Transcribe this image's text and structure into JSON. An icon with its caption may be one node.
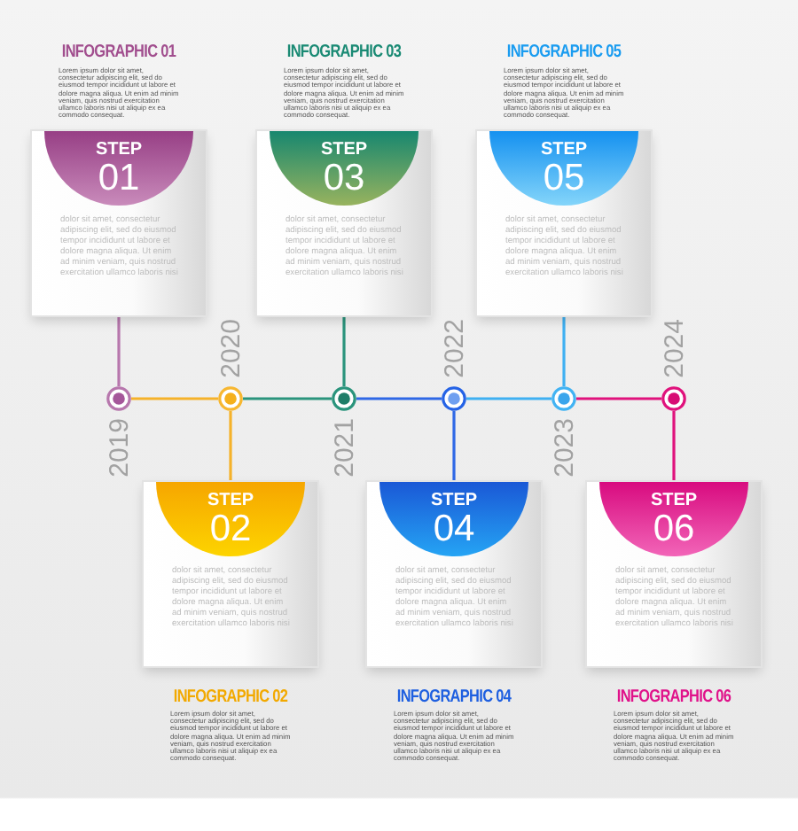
{
  "diagram": {
    "nodes": [
      {
        "text": [
          "dolor sit amet, consectetur adipiscing elit, sed do eiusmod tempor incididunt ut labore et dolore magna aliqua. Ut enim ad minim veniam, quis nostrud exercitation ullamco laboris nisi"
        ]
      },
      {
        "text": [
          "STEP",
          "01"
        ],
        "in": 0
      },
      {
        "text": [
          "dolor sit amet, consectetur adipiscing elit, sed do eiusmod tempor incididunt ut labore et dolore magna aliqua. Ut enim ad minim veniam, quis nostrud exercitation ullamco laboris nisi"
        ]
      },
      {
        "text": [
          "STEP",
          "03"
        ],
        "in": 2
      },
      {
        "text": [
          "dolor sit amet, consectetur adipiscing elit, sed do eiusmod tempor incididunt ut labore et dolore magna aliqua. Ut enim ad minim veniam, quis nostrud exercitation ullamco laboris nisi"
        ]
      },
      {
        "text": [
          "STEP",
          "05"
        ],
        "in": 4
      },
      {
        "text": [],
        "shape": "circle",
        "beside": [
          "2019"
        ]
      },
      {
        "text": [],
        "shape": "circle",
        "beside": [
          "2020"
        ]
      },
      {
        "text": [],
        "shape": "circle",
        "beside": [
          "2021"
        ]
      },
      {
        "text": [],
        "shape": "circle",
        "beside": [
          "2022"
        ]
      },
      {
        "text": [],
        "shape": "circle",
        "beside": [
          "2023"
        ]
      },
      {
        "text": [],
        "shape": "circle",
        "beside": [
          "2024"
        ]
      },
      {
        "text": [
          "dolor sit amet, consectetur adipiscing elit, sed do eiusmod tempor incididunt ut labore et dolore magna aliqua. Ut enim ad minim veniam, quis nostrud exercitation ullamco laboris nisi"
        ]
      },
      {
        "text": [
          "STEP",
          "02"
        ],
        "in": 12
      },
      {
        "text": [
          "dolor sit amet, consectetur adipiscing elit, sed do eiusmod tempor incididunt ut labore et dolore magna aliqua. Ut enim ad minim veniam, quis nostrud exercitation ullamco laboris nisi"
        ]
      },
      {
        "text": [
          "STEP",
          "04"
        ],
        "in": 14
      },
      {
        "text": [
          "dolor sit amet, consectetur adipiscing elit, sed do eiusmod tempor incididunt ut labore et dolore magna aliqua. Ut enim ad minim veniam, quis nostrud exercitation ullamco laboris nisi"
        ]
      },
      {
        "text": [
          "STEP",
          "06"
        ],
        "in": 16
      }
    ],
    "edges": [
      {
        "from": 0,
        "to": 6,
        "arrow": "none",
        "color": "#b777ad"
      },
      {
        "from": 6,
        "to": 7,
        "arrow": "none",
        "color": "#f5b22a"
      },
      {
        "from": 7,
        "to": 13,
        "arrow": "none",
        "color": "#f5b22a"
      },
      {
        "from": 2,
        "to": 8,
        "arrow": "none",
        "color": "#2a947c"
      },
      {
        "from": 7,
        "to": 8,
        "arrow": "none",
        "color": "#2a947c"
      },
      {
        "from": 8,
        "to": 9,
        "arrow": "none",
        "color": "#2f68e6"
      },
      {
        "from": 9,
        "to": 15,
        "arrow": "none",
        "color": "#2f68e6"
      },
      {
        "from": 4,
        "to": 10,
        "arrow": "none",
        "color": "#3fb0f2"
      },
      {
        "from": 9,
        "to": 10,
        "arrow": "none",
        "color": "#3fb0f2"
      },
      {
        "from": 10,
        "to": 11,
        "arrow": "none",
        "color": "#e0127c"
      },
      {
        "from": 11,
        "to": 17,
        "arrow": "none",
        "color": "#e0127c"
      }
    ],
    "labels": [
      "INFOGRAPHIC 01",
      "Lorem ipsum dolor sit amet, consectetur adipiscing elit, sed do eiusmod tempor incididunt ut labore et dolore magna aliqua. Ut enim ad minim veniam, quis nostrud exercitation ullamco laboris nisi ut aliquip ex ea commodo consequat.",
      "INFOGRAPHIC 03",
      "Lorem ipsum dolor sit amet, consectetur adipiscing elit, sed do eiusmod tempor incididunt ut labore et dolore magna aliqua. Ut enim ad minim veniam, quis nostrud exercitation ullamco laboris nisi ut aliquip ex ea commodo consequat.",
      "INFOGRAPHIC 05",
      "Lorem ipsum dolor sit amet, consectetur adipiscing elit, sed do eiusmod tempor incididunt ut labore et dolore magna aliqua. Ut enim ad minim veniam, quis nostrud exercitation ullamco laboris nisi ut aliquip ex ea commodo consequat.",
      "INFOGRAPHIC 02",
      "Lorem ipsum dolor sit amet, consectetur adipiscing elit, sed do eiusmod tempor incididunt ut labore et dolore magna aliqua. Ut enim ad minim veniam, quis nostrud exercitation ullamco laboris nisi ut aliquip ex ea commodo consequat.",
      "INFOGRAPHIC 04",
      "Lorem ipsum dolor sit amet, consectetur adipiscing elit, sed do eiusmod tempor incididunt ut labore et dolore magna aliqua. Ut enim ad minim veniam, quis nostrud exercitation ullamco laboris nisi ut aliquip ex ea commodo consequat.",
      "INFOGRAPHIC 06",
      "Lorem ipsum dolor sit amet, consectetur adipiscing elit, sed do eiusmod tempor incididunt ut labore et dolore magna aliqua. Ut enim ad minim veniam, quis nostrud exercitation ullamco laboris nisi ut aliquip ex ea commodo consequat."
    ]
  }
}
